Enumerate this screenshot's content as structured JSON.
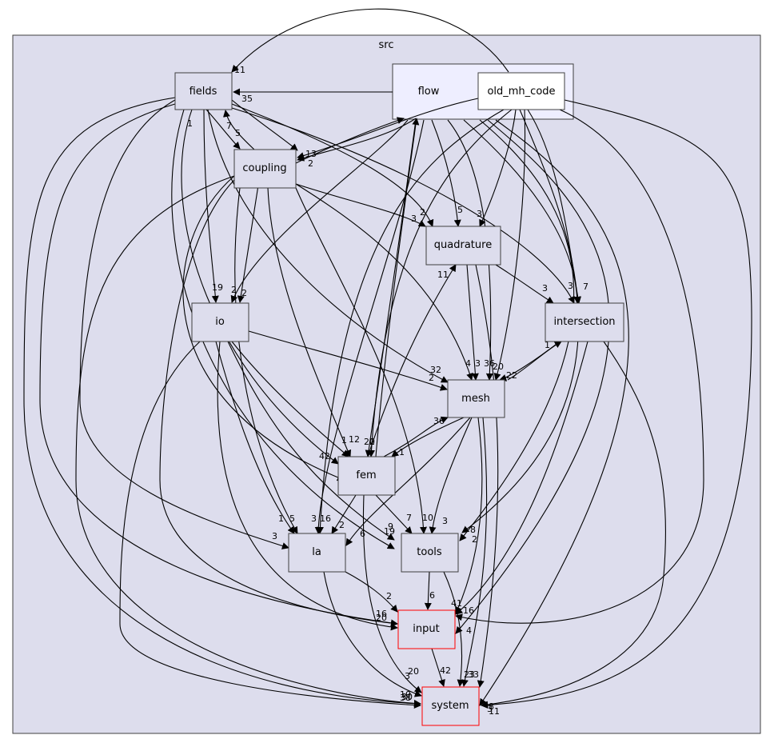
{
  "cluster": {
    "title": "src"
  },
  "subcluster": {
    "title": "flow"
  },
  "nodes": {
    "old_mh_code": "old_mh_code",
    "fields": "fields",
    "coupling": "coupling",
    "quadrature": "quadrature",
    "io": "io",
    "intersection": "intersection",
    "mesh": "mesh",
    "fem": "fem",
    "la": "la",
    "tools": "tools",
    "input": "input",
    "system": "system"
  },
  "edge_labels": [
    "11",
    "35",
    "1",
    "7",
    "5",
    "13",
    "2",
    "3",
    "2",
    "5",
    "3",
    "11",
    "3",
    "3",
    "7",
    "19",
    "2",
    "2",
    "4",
    "3",
    "36",
    "20",
    "32",
    "2",
    "1",
    "22",
    "36",
    "1",
    "12",
    "20",
    "2",
    "1",
    "42",
    "1",
    "5",
    "3",
    "16",
    "2",
    "3",
    "6",
    "7",
    "10",
    "3",
    "9",
    "19",
    "8",
    "2",
    "2",
    "6",
    "41",
    "16",
    "16",
    "20",
    "4",
    "20",
    "42",
    "3",
    "23",
    "33",
    "10",
    "38",
    "30",
    "3",
    "8",
    "11"
  ],
  "colors": {
    "cluster_fill": "#dddded",
    "cluster_stroke": "#404040",
    "subcluster_fill": "#eeeeff",
    "node_fill": "#dddded",
    "node_stroke": "#404040",
    "warning_stroke": "#ff0000",
    "edge": "#000000"
  }
}
